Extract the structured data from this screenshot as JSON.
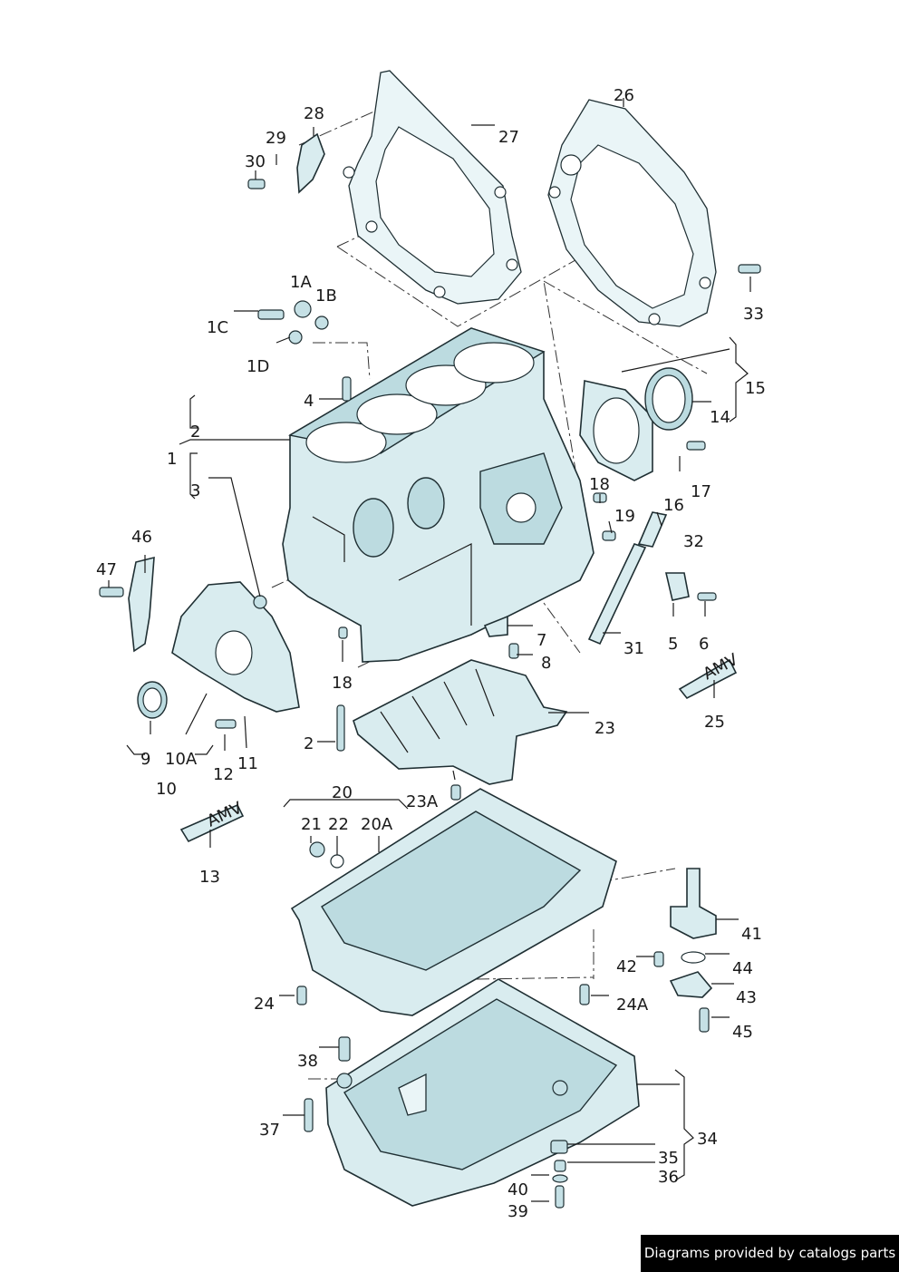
{
  "labels": {
    "l1": "1",
    "l1A": "1A",
    "l1B": "1B",
    "l1C": "1C",
    "l1D": "1D",
    "l2a": "2",
    "l2b": "2",
    "l3": "3",
    "l4": "4",
    "l5": "5",
    "l6": "6",
    "l7": "7",
    "l8": "8",
    "l9": "9",
    "l10": "10",
    "l10A": "10A",
    "l11": "11",
    "l12": "12",
    "l13": "13",
    "l14": "14",
    "l15": "15",
    "l16": "16",
    "l17": "17",
    "l18a": "18",
    "l18b": "18",
    "l19": "19",
    "l20": "20",
    "l20A": "20A",
    "l21": "21",
    "l22": "22",
    "l23": "23",
    "l23A": "23A",
    "l24": "24",
    "l24A": "24A",
    "l25": "25",
    "l26": "26",
    "l27": "27",
    "l28": "28",
    "l29": "29",
    "l30": "30",
    "l31": "31",
    "l32": "32",
    "l33": "33",
    "l34": "34",
    "l35": "35",
    "l36": "36",
    "l37": "37",
    "l38": "38",
    "l39": "39",
    "l40": "40",
    "l41": "41",
    "l42": "42",
    "l43": "43",
    "l44": "44",
    "l45": "45",
    "l46": "46",
    "l47": "47"
  },
  "tube_text": "AMV",
  "credit": "Diagrams provided by catalogs parts"
}
